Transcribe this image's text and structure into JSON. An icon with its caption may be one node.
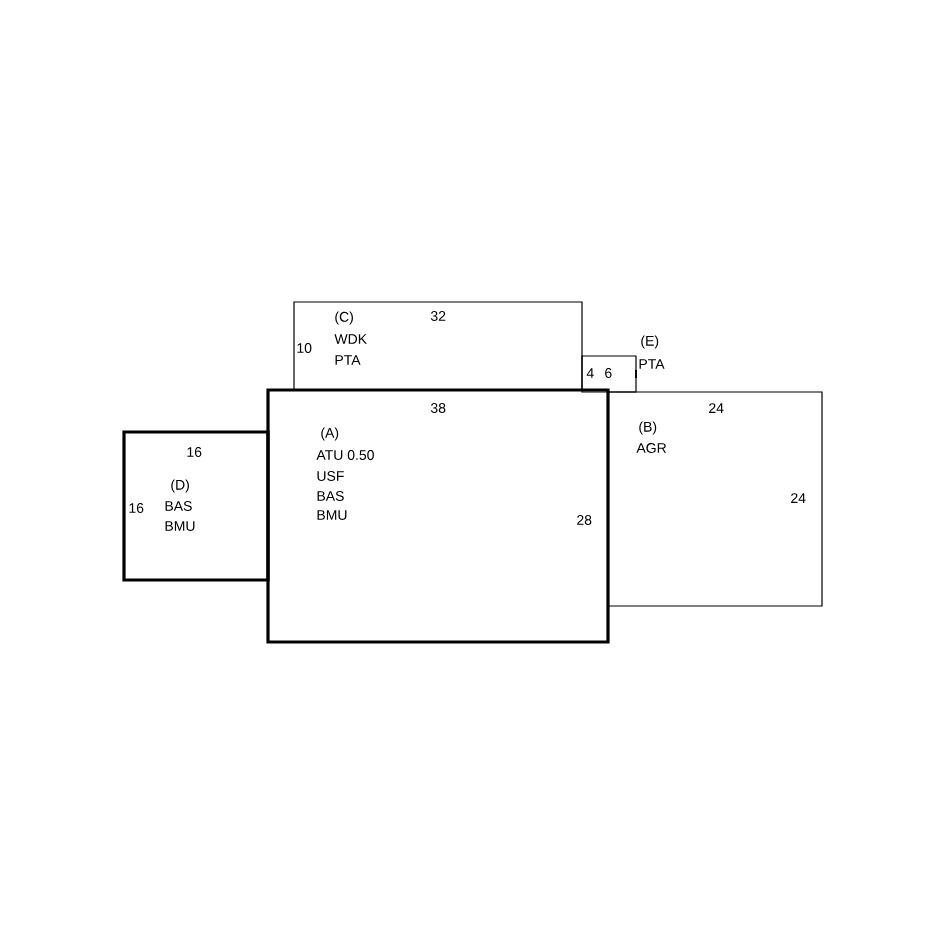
{
  "diagram": {
    "nodes": [
      {
        "text": [
          "(C)",
          "WDK",
          "PTA",
          "32",
          "10"
        ]
      },
      {
        "text": [
          "4",
          "6",
          "(E)",
          "PTA"
        ]
      },
      {
        "text": [
          "(A)",
          "ATU 0.50",
          "USF",
          "BAS",
          "BMU",
          "38",
          "28"
        ]
      },
      {
        "text": [
          "(B)",
          "AGR",
          "24",
          "24"
        ]
      },
      {
        "text": [
          "(D)",
          "BAS",
          "BMU",
          "16",
          "16"
        ]
      }
    ]
  }
}
